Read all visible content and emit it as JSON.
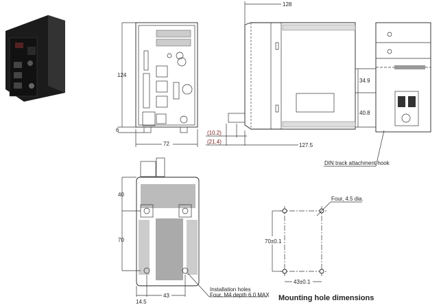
{
  "front_view": {
    "height_dim": "124",
    "foot_dim": "6",
    "width_dim": "72"
  },
  "side_view": {
    "depth_dim": "128",
    "body_depth_dim": "127.5",
    "offset1_dim": "(10.2)",
    "offset2_dim": "(21.4)"
  },
  "rear_view": {
    "upper_dim": "34.9",
    "lower_dim": "40.8",
    "hook_label": "DIN track attachment hook"
  },
  "bottom_view": {
    "top_dim": "40",
    "hole_pitch_v_dim": "70",
    "edge_dim": "14.5",
    "hole_pitch_h_dim": "43",
    "note_line1": "Installation holes",
    "note_line2": "Four, M4 depth 6.0 MAX"
  },
  "mounting": {
    "v_dim": "70±0.1",
    "h_dim": "43±0.1",
    "hole_note": "Four, 4.5 dia.",
    "title": "Mounting hole dimensions"
  }
}
